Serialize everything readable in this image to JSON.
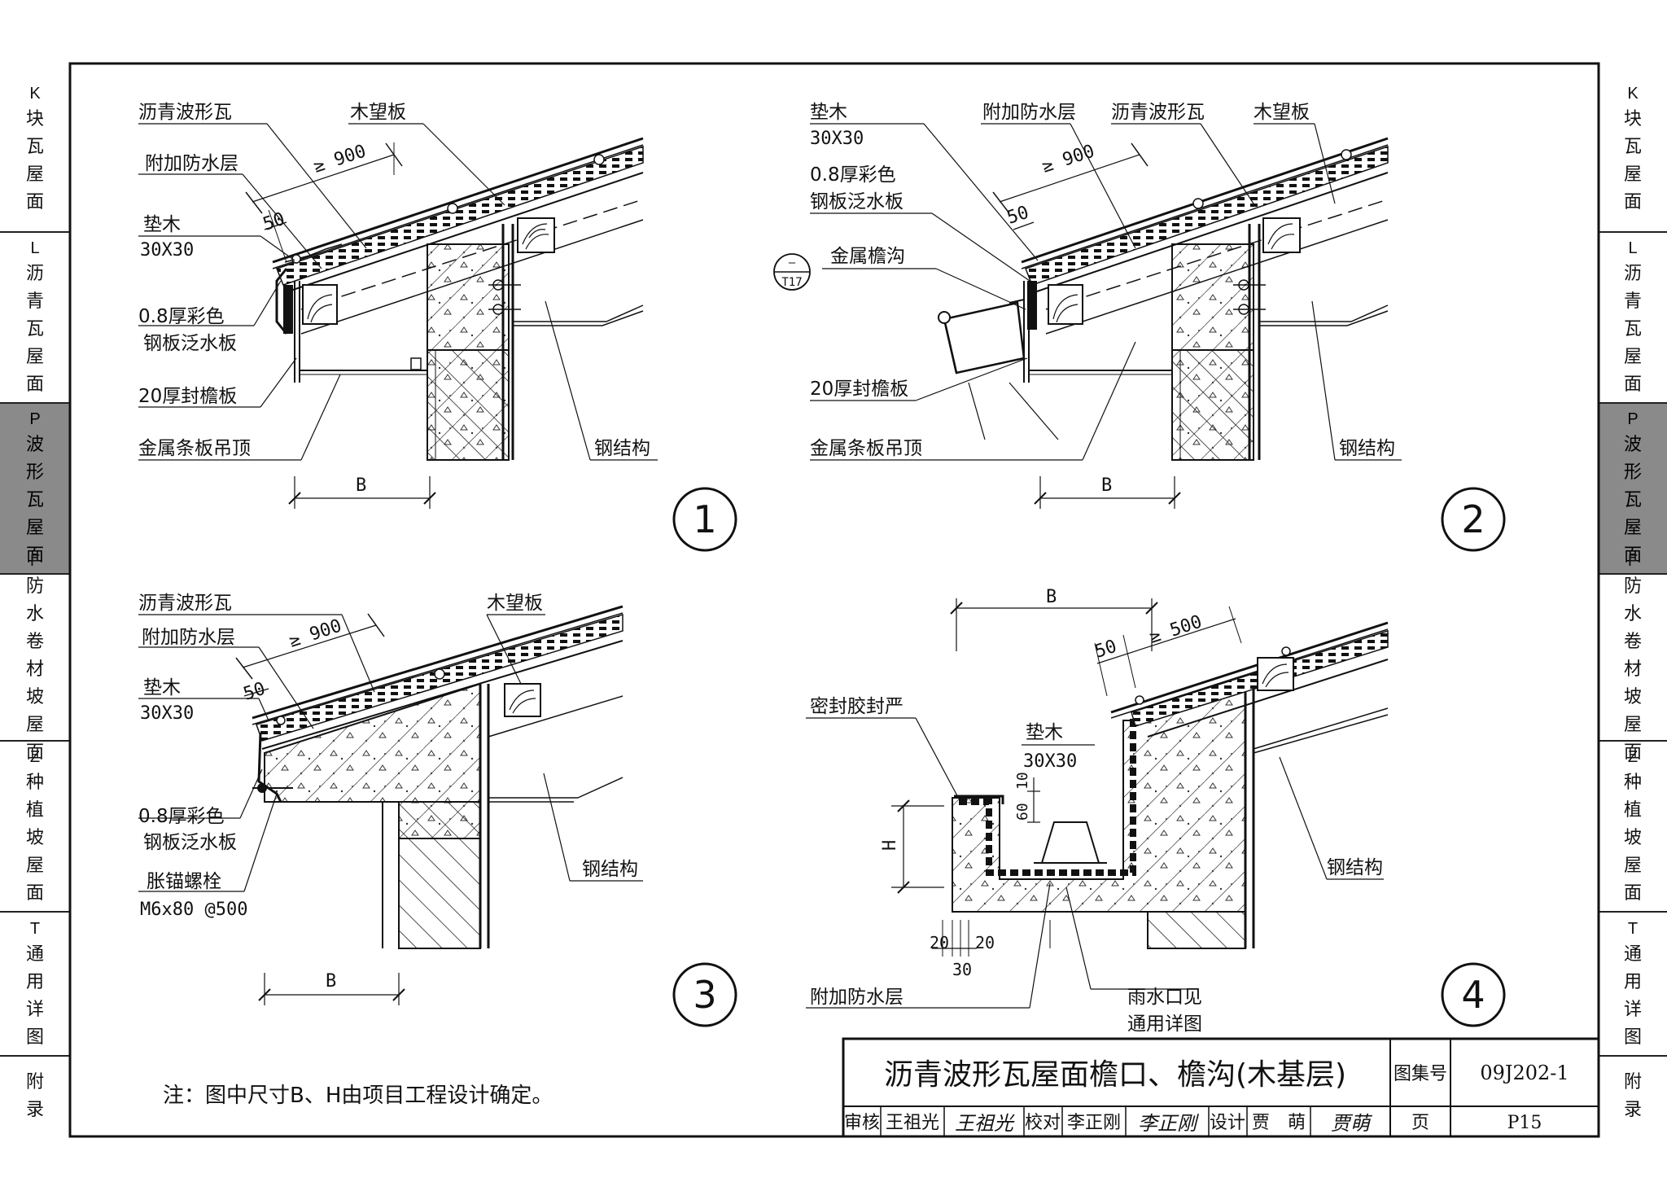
{
  "side_tabs_left": [
    {
      "code": "K",
      "chars": [
        "块",
        "瓦",
        "屋",
        "面"
      ],
      "active": false
    },
    {
      "code": "L",
      "chars": [
        "沥",
        "青",
        "瓦",
        "屋",
        "面"
      ],
      "active": false
    },
    {
      "code": "P",
      "chars": [
        "波",
        "形",
        "瓦",
        "屋",
        "面"
      ],
      "active": true
    },
    {
      "code": "F",
      "chars": [
        "防",
        "水",
        "卷",
        "材",
        "坡",
        "屋",
        "面"
      ],
      "active": false
    },
    {
      "code": "Z",
      "chars": [
        "种",
        "植",
        "坡",
        "屋",
        "面"
      ],
      "active": false
    },
    {
      "code": "T",
      "chars": [
        "通",
        "用",
        "详",
        "图"
      ],
      "active": false
    },
    {
      "code": "",
      "chars": [
        "附",
        "录"
      ],
      "active": false
    }
  ],
  "side_tabs_right": [
    {
      "code": "K",
      "chars": [
        "块",
        "瓦",
        "屋",
        "面"
      ],
      "active": false
    },
    {
      "code": "L",
      "chars": [
        "沥",
        "青",
        "瓦",
        "屋",
        "面"
      ],
      "active": false
    },
    {
      "code": "P",
      "chars": [
        "波",
        "形",
        "瓦",
        "屋",
        "面"
      ],
      "active": true
    },
    {
      "code": "F",
      "chars": [
        "防",
        "水",
        "卷",
        "材",
        "坡",
        "屋",
        "面"
      ],
      "active": false
    },
    {
      "code": "Z",
      "chars": [
        "种",
        "植",
        "坡",
        "屋",
        "面"
      ],
      "active": false
    },
    {
      "code": "T",
      "chars": [
        "通",
        "用",
        "详",
        "图"
      ],
      "active": false
    },
    {
      "code": "",
      "chars": [
        "附",
        "录"
      ],
      "active": false
    }
  ],
  "detail1": {
    "number": "1",
    "labels": {
      "tile": "沥青波形瓦",
      "board": "木望板",
      "waterproof": "附加防水层",
      "dim900": "≥ 900",
      "pad": "垫木",
      "pad_size": "30X30",
      "dim50": "50",
      "flashing1": "0.8厚彩色",
      "flashing2": "钢板泛水板",
      "fascia": "20厚封檐板",
      "ceiling": "金属条板吊顶",
      "steel": "钢结构",
      "b": "B"
    }
  },
  "detail2": {
    "number": "2",
    "labels": {
      "pad": "垫木",
      "pad_size": "30X30",
      "waterproof": "附加防水层",
      "tile": "沥青波形瓦",
      "board": "木望板",
      "flashing1": "0.8厚彩色",
      "flashing2": "钢板泛水板",
      "dim900": "≥ 900",
      "dim50": "50",
      "gutter": "金属檐沟",
      "ref_top": "—",
      "ref_bottom": "T17",
      "fascia": "20厚封檐板",
      "ceiling": "金属条板吊顶",
      "steel": "钢结构",
      "b": "B"
    }
  },
  "detail3": {
    "number": "3",
    "labels": {
      "tile": "沥青波形瓦",
      "board": "木望板",
      "waterproof": "附加防水层",
      "dim900": "≥ 900",
      "pad": "垫木",
      "pad_size": "30X30",
      "dim50": "50",
      "flashing1": "0.8厚彩色",
      "flashing2": "钢板泛水板",
      "bolt": "胀锚螺栓",
      "bolt_spec": "M6x80 @500",
      "steel": "钢结构",
      "b": "B"
    }
  },
  "detail4": {
    "number": "4",
    "labels": {
      "b": "B",
      "dim50": "50",
      "dim500": "≥ 500",
      "seal": "密封胶封严",
      "pad": "垫木",
      "pad_size": "30X30",
      "dim10": "10",
      "dim60": "60",
      "h": "H",
      "dim20a": "20",
      "dim20b": "20",
      "dim30": "30",
      "steel": "钢结构",
      "waterproof": "附加防水层",
      "drain1": "雨水口见",
      "drain2": "通用详图"
    }
  },
  "note": "注：图中尺寸B、H由项目工程设计确定。",
  "title_block": {
    "title": "沥青波形瓦屋面檐口、檐沟(木基层)",
    "atlas_label": "图集号",
    "atlas_no": "09J202-1",
    "review_label": "审核",
    "reviewer": "王祖光",
    "reviewer_sig": "王祖光",
    "check_label": "校对",
    "checker": "李正刚",
    "checker_sig": "李正刚",
    "design_label": "设计",
    "designer": "贾　萌",
    "designer_sig": "贾萌",
    "page_label": "页",
    "page_no": "P15"
  }
}
